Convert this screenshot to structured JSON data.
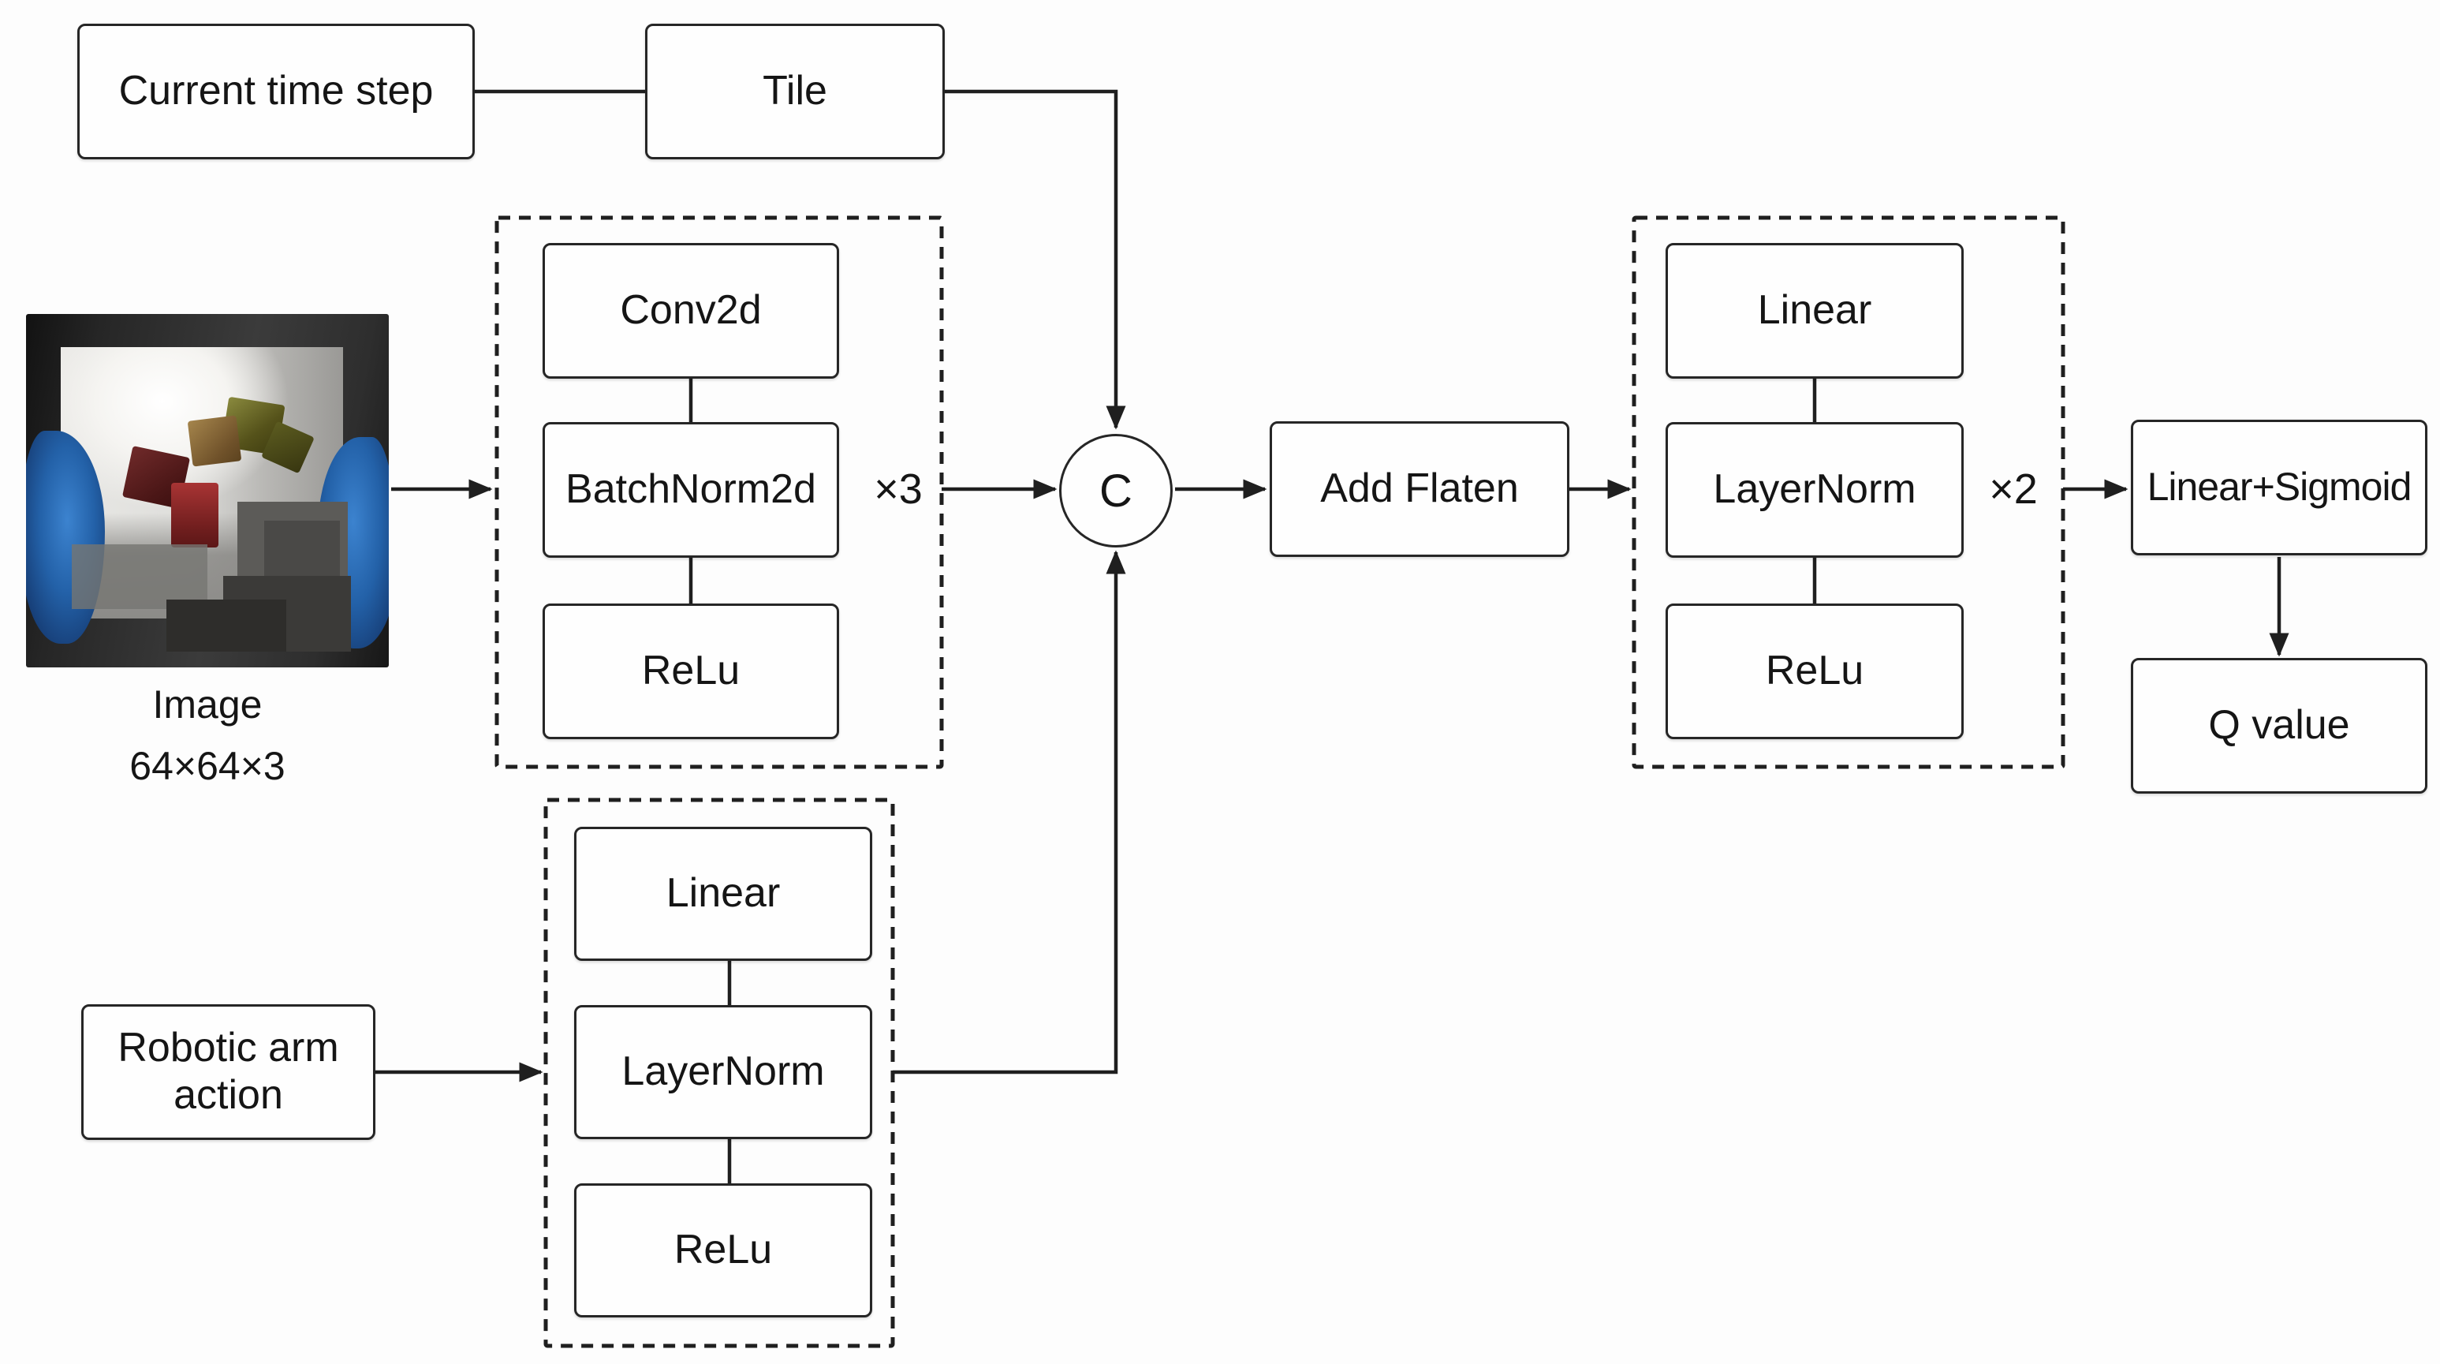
{
  "diagram": {
    "inputs": {
      "current_time_step": "Current time step",
      "tile": "Tile",
      "image_caption": "Image",
      "image_shape": "64×64×3",
      "robotic_arm_line1": "Robotic arm",
      "robotic_arm_line2": "action"
    },
    "conv_block": {
      "conv2d": "Conv2d",
      "batchnorm2d": "BatchNorm2d",
      "relu": "ReLu",
      "multiplier": "×3"
    },
    "action_block": {
      "linear": "Linear",
      "layernorm": "LayerNorm",
      "relu": "ReLu"
    },
    "merge": {
      "concat": "C",
      "add_flaten": "Add Flaten"
    },
    "fc_block": {
      "linear": "Linear",
      "layernorm": "LayerNorm",
      "relu": "ReLu",
      "multiplier": "×2"
    },
    "head": {
      "linear_sigmoid": "Linear+Sigmoid",
      "q_value": "Q value"
    },
    "edges": [
      {
        "from": "current-time-step",
        "to": "tile",
        "arrow": false
      },
      {
        "from": "tile",
        "to": "concat",
        "arrow": true
      },
      {
        "from": "image",
        "to": "conv-block",
        "arrow": true
      },
      {
        "from": "conv-block",
        "to": "concat",
        "arrow": true
      },
      {
        "from": "robotic-arm-action",
        "to": "action-block",
        "arrow": true
      },
      {
        "from": "action-block",
        "to": "concat",
        "arrow": true
      },
      {
        "from": "concat",
        "to": "add-flaten",
        "arrow": true
      },
      {
        "from": "add-flaten",
        "to": "fc-block",
        "arrow": true
      },
      {
        "from": "fc-block",
        "to": "linear-sigmoid",
        "arrow": true
      },
      {
        "from": "linear-sigmoid",
        "to": "q-value",
        "arrow": true
      }
    ],
    "palette": {
      "line": "#1f1f1f",
      "text": "#151515",
      "background": "#fdfdfd",
      "box_fill": "#fefefe",
      "gripper_blue": "#2361a8",
      "cube_red": "#922e2a",
      "cube_maroon": "#5e2120",
      "cube_olive": "#6c6926",
      "cube_tan": "#8b6a38"
    }
  }
}
